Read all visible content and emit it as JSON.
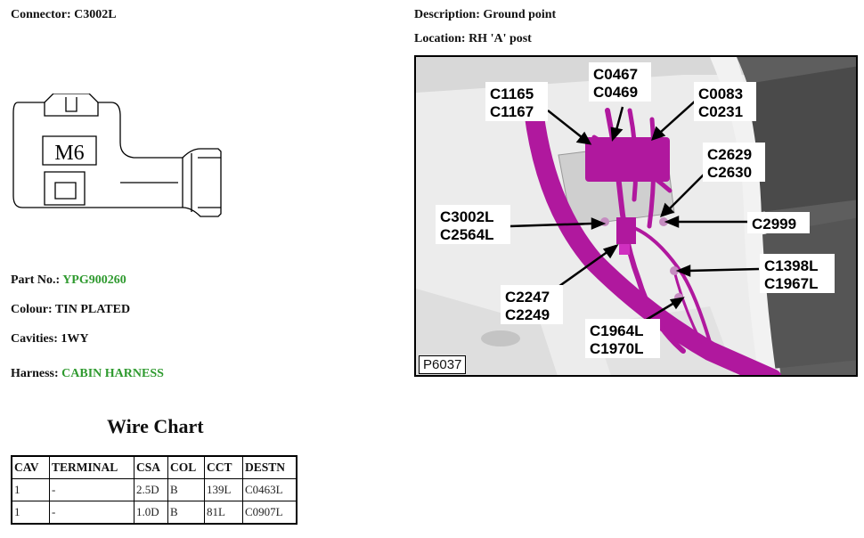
{
  "connector": {
    "label": "Connector:",
    "value": "C3002L",
    "drawing_text": "M6"
  },
  "description": {
    "label": "Description:",
    "value": "Ground point"
  },
  "location": {
    "label": "Location:",
    "value": "RH 'A' post"
  },
  "part": {
    "label": "Part No.:",
    "value": "YPG900260",
    "value_color": "#2f9a2f"
  },
  "colour": {
    "label": "Colour:",
    "value": "TIN PLATED"
  },
  "cavities": {
    "label": "Cavities:",
    "value": "1WY"
  },
  "harness": {
    "label": "Harness:",
    "value": "CABIN HARNESS",
    "value_color": "#2f9a2f"
  },
  "wire_chart": {
    "title": "Wire Chart",
    "columns": [
      "CAV",
      "TERMINAL",
      "CSA",
      "COL",
      "CCT",
      "DESTN"
    ],
    "rows": [
      [
        "1",
        "-",
        "2.5D",
        "B",
        "139L",
        "C0463L"
      ],
      [
        "1",
        "-",
        "1.0D",
        "B",
        "81L",
        "C0907L"
      ]
    ]
  },
  "photo": {
    "ref": "P6037",
    "harness_color": "#b0189e",
    "callouts": [
      {
        "lines": [
          "C0467",
          "C0469"
        ]
      },
      {
        "lines": [
          "C1165",
          "C1167"
        ]
      },
      {
        "lines": [
          "C0083",
          "C0231"
        ]
      },
      {
        "lines": [
          "C2629",
          "C2630"
        ]
      },
      {
        "lines": [
          "C3002L",
          "C2564L"
        ]
      },
      {
        "lines": [
          "C2999"
        ]
      },
      {
        "lines": [
          "C1398L",
          "C1967L"
        ]
      },
      {
        "lines": [
          "C2247",
          "C2249"
        ]
      },
      {
        "lines": [
          "C1964L",
          "C1970L"
        ]
      }
    ]
  }
}
